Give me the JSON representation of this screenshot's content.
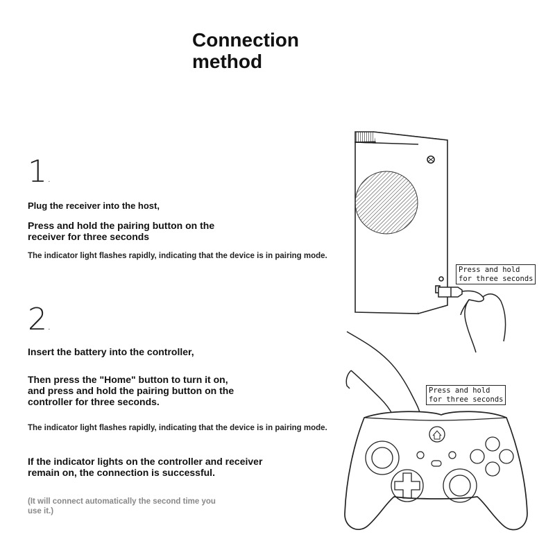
{
  "title": "Connection\nmethod",
  "step1": {
    "number": "1",
    "line1": "Plug the receiver into the host,",
    "line2a": "Press and hold the pairing button on the",
    "line2b": "receiver for three seconds",
    "line3": "The indicator light flashes rapidly, indicating that the device is in pairing mode."
  },
  "step2": {
    "number": "2",
    "line1": "Insert the battery into the controller,",
    "line2a": "Then press the \"Home\" button to turn it on,",
    "line2b": "and press and hold the pairing button on the",
    "line2c": "controller for three seconds.",
    "line3": "The indicator light flashes rapidly, indicating that the device is in pairing mode.",
    "line4a": "If the indicator lights on the controller and receiver",
    "line4b": "remain on, the connection is successful.",
    "note_a": "(It will connect automatically the second time you",
    "note_b": "use it.)"
  },
  "callout_console": {
    "line1": "Press and hold",
    "line2": "for three seconds"
  },
  "callout_controller": {
    "line1": "Press and hold",
    "line2": "for three seconds"
  },
  "icons": [
    "xbox-logo-icon",
    "home-icon"
  ]
}
